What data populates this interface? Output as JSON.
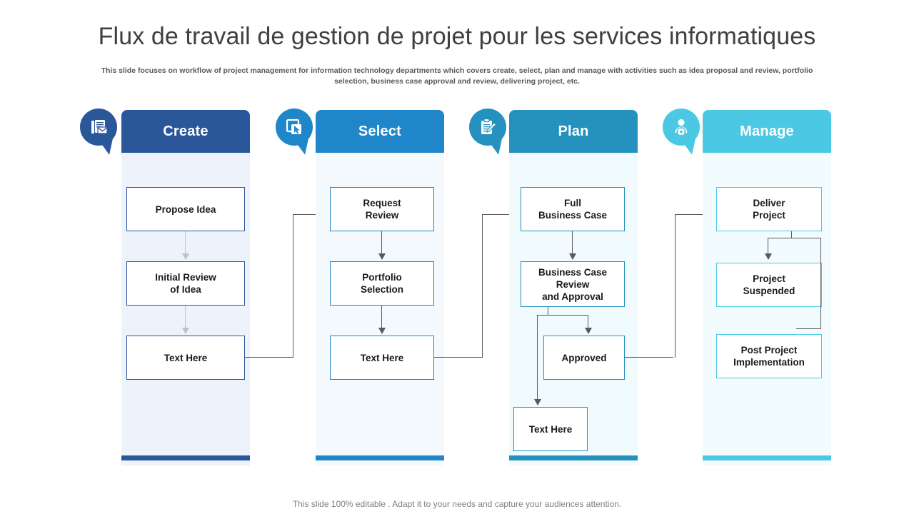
{
  "slide": {
    "title": "Flux de travail de gestion de projet pour les services informatiques",
    "subtitle": "This slide focuses on workflow of project management for information technology departments which covers create, select, plan and manage with activities such as idea proposal and review, portfolio selection, business case approval and review, delivering project, etc.",
    "footer": "This slide 100% editable . Adapt it to your needs and capture your audiences attention."
  },
  "colors": {
    "create": "#2A569A",
    "select": "#1F87C9",
    "plan": "#2491BE",
    "manage": "#4BC8E3",
    "panel_create": "#EEF2FA",
    "panel_select": "#F3F9FD",
    "panel_plan": "#F1FAFC",
    "panel_manage": "#F2FBFD",
    "connector": "#595959",
    "connector_soft": "#B9C4D4",
    "title_text": "#404040",
    "body_text": "#1A1A1A",
    "footer_text": "#808080"
  },
  "columns": [
    {
      "key": "create",
      "label": "Create",
      "icon": "documents-mail-icon",
      "boxes": [
        {
          "label": "Propose Idea"
        },
        {
          "label": "Initial Review\nof Idea"
        },
        {
          "label": "Text Here"
        }
      ]
    },
    {
      "key": "select",
      "label": "Select",
      "icon": "select-cursor-icon",
      "boxes": [
        {
          "label": "Request\nReview"
        },
        {
          "label": "Portfolio\nSelection"
        },
        {
          "label": "Text Here"
        }
      ]
    },
    {
      "key": "plan",
      "label": "Plan",
      "icon": "clipboard-pencil-icon",
      "boxes": [
        {
          "label": "Full\nBusiness Case"
        },
        {
          "label": "Business Case\nReview\nand Approval"
        },
        {
          "label": "Approved"
        },
        {
          "label": "Text Here"
        }
      ]
    },
    {
      "key": "manage",
      "label": "Manage",
      "icon": "person-gear-icon",
      "boxes": [
        {
          "label": "Deliver\nProject"
        },
        {
          "label": "Project\nSuspended"
        },
        {
          "label": "Post Project\nImplementation"
        }
      ]
    }
  ]
}
